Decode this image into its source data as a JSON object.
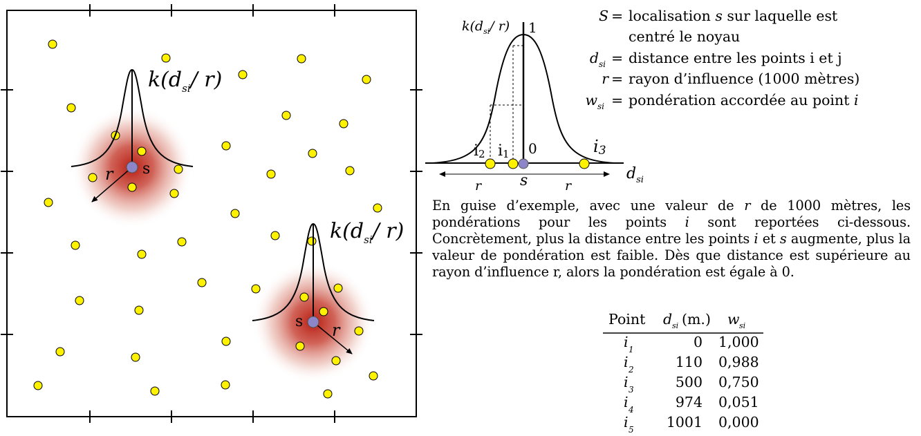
{
  "map": {
    "kernel_label_main": "k(d",
    "kernel_label_sub": "si",
    "kernel_label_rest": "/ r)",
    "center_label": "s",
    "radius_label": "r"
  },
  "profile": {
    "y_label_main": "k(d",
    "y_label_sub": "si",
    "y_label_rest": "/ r)",
    "peak_label": "1",
    "zero_label": "0",
    "x_axis_label_main": "d",
    "x_axis_label_sub": "si",
    "s_label": "s",
    "r_left": "r",
    "r_right": "r",
    "i1": {
      "main": "i",
      "sub": "1"
    },
    "i2": {
      "main": "i",
      "sub": "2"
    },
    "i3": {
      "main": "i",
      "sub": "3"
    }
  },
  "legend": [
    {
      "sym": "S",
      "sub": "",
      "eq": "=",
      "text1": "localisation ",
      "text_it": "s",
      "text2": " sur laquelle est",
      "line2": "centré le noyau"
    },
    {
      "sym": "d",
      "sub": "si",
      "eq": "=",
      "text1": "distance entre les points i et j",
      "text_it": "",
      "text2": "",
      "line2": ""
    },
    {
      "sym": "r",
      "sub": "",
      "eq": "=",
      "text1": "rayon d’influence (1000 mètres)",
      "text_it": "",
      "text2": "",
      "line2": ""
    },
    {
      "sym": "w",
      "sub": "si",
      "eq": "=",
      "text1": "pondération accordée au point ",
      "text_it": "i",
      "text2": "",
      "line2": ""
    }
  ],
  "paragraph": {
    "p1": "En guise d’exemple, avec une valeur de ",
    "p1_it": "r",
    "p2": " de 1000 mètres, les pondérations pour les points ",
    "p2_it": "i",
    "p3": " sont reportées ci-dessous. Concrètement, plus la distance entre les points ",
    "p3_it": "i",
    "p4": " et ",
    "p4_it": "s",
    "p5": " augmente, plus la valeur de pondération est faible. Dès que distance est supérieure au rayon d’influence r, alors la pondération est égale à 0."
  },
  "table": {
    "headers": {
      "point": "Point",
      "d": "d",
      "d_sub": "si",
      "d_unit": "(m.)",
      "w": "w",
      "w_sub": "si"
    },
    "rows": [
      {
        "point": "i",
        "sub": "1",
        "d": "0",
        "w": "1,000"
      },
      {
        "point": "i",
        "sub": "2",
        "d": "110",
        "w": "0,988"
      },
      {
        "point": "i",
        "sub": "3",
        "d": "500",
        "w": "0,750"
      },
      {
        "point": "i",
        "sub": "4",
        "d": "974",
        "w": "0,051"
      },
      {
        "point": "i",
        "sub": "5",
        "d": "1001",
        "w": "0,000"
      }
    ]
  },
  "colors": {
    "point_fill": "#fff200",
    "center_fill": "#8c86c8",
    "kernel_red": "#c0281e"
  }
}
